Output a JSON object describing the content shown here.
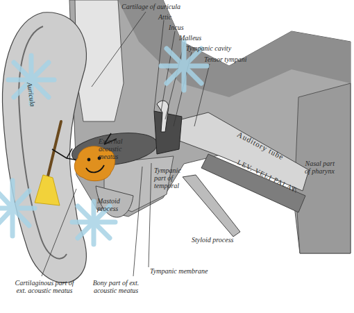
{
  "diagram": {
    "labels": [
      "Cartilage of auricula",
      "Attic",
      "Incus",
      "Malleus",
      "Tympanic cavity",
      "Tensor tympani",
      "Auditory tube",
      "LEV. VELI PALAT.",
      "Nasal part of pharynx",
      "External acoustic meatus",
      "Auricula",
      "Tympanic part of temporal",
      "Mastoid process",
      "Styloid process",
      "Tympanic membrane",
      "Cartilaginous part of ext. acoustic meatus",
      "Bony part of ext. acoustic meatus"
    ]
  }
}
